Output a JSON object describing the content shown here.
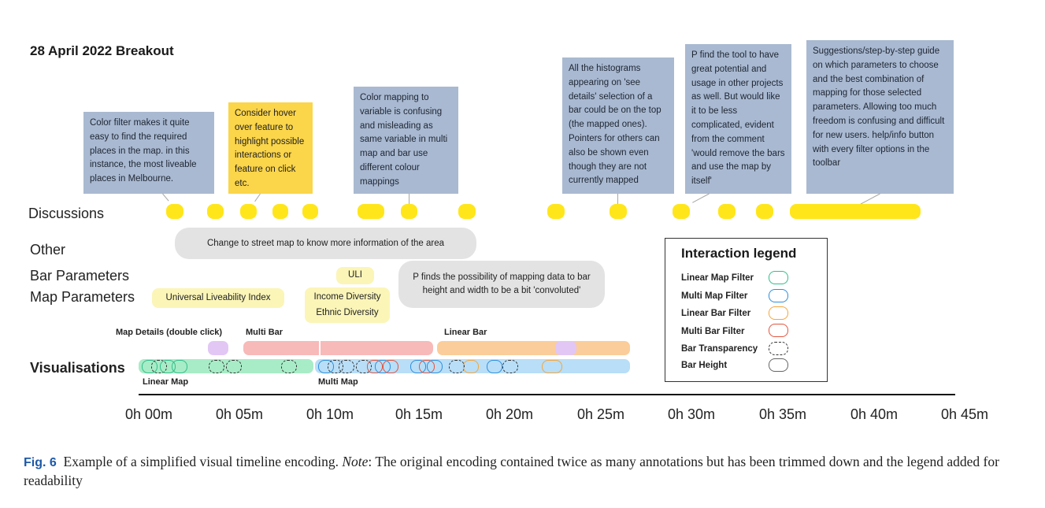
{
  "title": "28 April 2022 Breakout",
  "rows": {
    "discussions": "Discussions",
    "other": "Other",
    "bar_parameters": "Bar Parameters",
    "map_parameters": "Map Parameters",
    "visualisations": "Visualisations"
  },
  "notes": [
    {
      "text": "Color filter makes it quite easy to find the required places in the map. in this instance, the most liveable places in Melbourne.",
      "color": "#a9b9d1"
    },
    {
      "text": "Consider hover over feature to highlight possible interactions or feature on click etc.",
      "color": "#fbd54a"
    },
    {
      "text": "Color mapping to variable is confusing and misleading as same variable in multi map and bar use different colour mappings",
      "color": "#a9b9d1"
    },
    {
      "text": "All the histograms appearing on 'see details' selection of a bar could be on the top (the mapped ones). Pointers for others can also be shown even though they are not currently mapped",
      "color": "#a9b9d1"
    },
    {
      "text": "P find the tool to have great potential and usage in other projects as well. But would like it to be less complicated, evident from the comment 'would remove the bars and use the map by itself'",
      "color": "#a9b9d1"
    },
    {
      "text": "Suggestions/step-by-step guide on which parameters to choose and the best combination of mapping for those selected parameters. Allowing too much freedom is confusing and difficult for new users. help/info button with every filter options in the toolbar",
      "color": "#a9b9d1"
    }
  ],
  "other": {
    "street_map": "Change to street map to know more information of the area",
    "convoluted": "P finds the possibility of mapping data to bar height and width to be a bit 'convoluted'"
  },
  "parameters": {
    "uli": "ULI",
    "universal": "Universal Liveability Index",
    "income": "Income Diversity",
    "ethnic": "Ethnic Diversity"
  },
  "vis_labels": {
    "map_details": "Map Details (double click)",
    "multi_bar": "Multi Bar",
    "linear_bar": "Linear Bar",
    "linear_map": "Linear Map",
    "multi_map": "Multi Map"
  },
  "axis": {
    "ticks": [
      "0h 00m",
      "0h 05m",
      "0h 10m",
      "0h 15m",
      "0h 20m",
      "0h 25m",
      "0h 30m",
      "0h 35m",
      "0h 40m",
      "0h 45m"
    ]
  },
  "legend": {
    "title": "Interaction legend",
    "items": [
      {
        "label": "Linear Map Filter",
        "color": "#2fbf8a",
        "style": "solid"
      },
      {
        "label": "Multi Map Filter",
        "color": "#2b8fe0",
        "style": "solid"
      },
      {
        "label": "Linear Bar Filter",
        "color": "#f5a63a",
        "style": "solid"
      },
      {
        "label": "Multi Bar Filter",
        "color": "#e2553f",
        "style": "solid"
      },
      {
        "label": "Bar Transparency",
        "color": "#333333",
        "style": "dashed"
      },
      {
        "label": "Bar Height",
        "color": "#666666",
        "style": "solid"
      }
    ]
  },
  "caption": {
    "fig": "Fig. 6",
    "text_before": "  Example of a simplified visual timeline encoding. ",
    "note_label": "Note",
    "text_after": ": The original encoding contained twice as many annotations but has been trimmed down and the legend added for readability"
  }
}
